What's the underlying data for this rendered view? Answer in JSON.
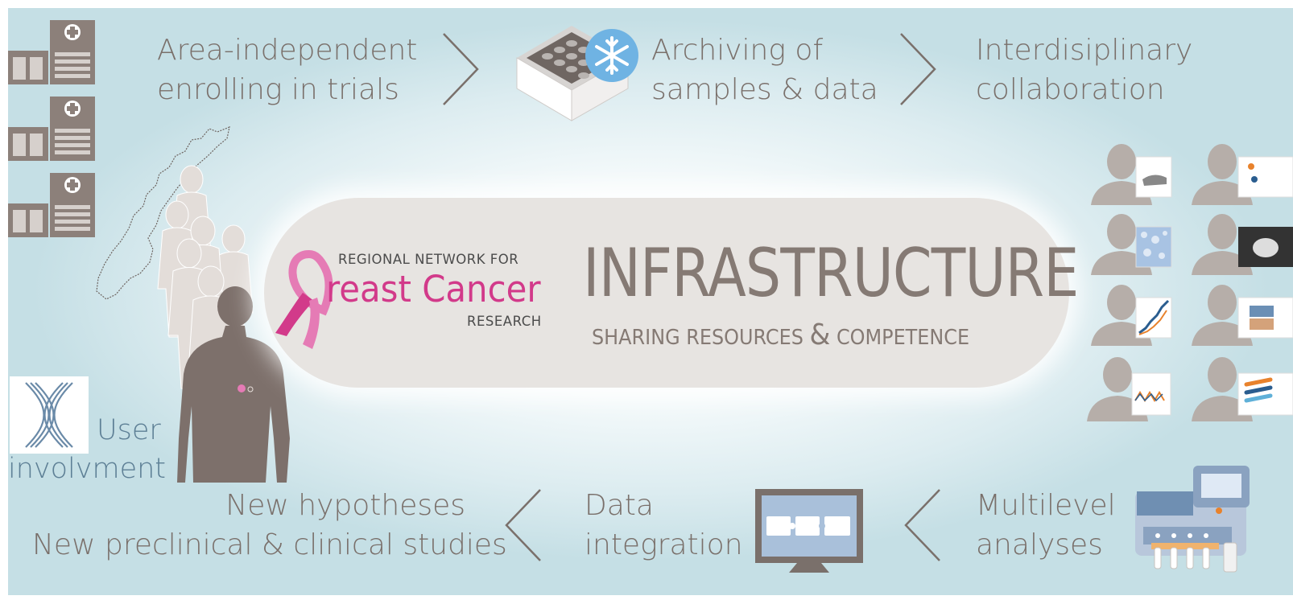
{
  "top_flow": {
    "step1": {
      "line1": "Area-independent",
      "line2": "enrolling in trials"
    },
    "step2": {
      "line1": "Archiving of",
      "line2": "samples & data"
    },
    "step3": {
      "line1": "Interdisiplinary",
      "line2": "collaboration"
    }
  },
  "center": {
    "logo_top": "REGIONAL NETWORK FOR",
    "logo_main": "reast Cancer",
    "logo_bottom": "RESEARCH",
    "title": "INFRASTRUCTURE",
    "subtitle_part1": "SHARING RESOURCES ",
    "subtitle_amp": "&",
    "subtitle_part2": " COMPETENCE"
  },
  "user": {
    "line1": "User",
    "line2": "involvment"
  },
  "bottom_flow": {
    "step1": {
      "line1": "Multilevel",
      "line2": "analyses"
    },
    "step2": {
      "line1": "Data",
      "line2": "integration"
    },
    "step3": {
      "line1": "New hypotheses",
      "line2": "New preclinical & clinical studies"
    }
  },
  "colors": {
    "text": "#7a706b",
    "accent_pink": "#d23a8a",
    "user_blue": "#5d7f95",
    "silhouette": "#b6aea9",
    "woman": "#7d706b"
  },
  "icons": {
    "hospital": "hospital-icon",
    "freezer": "freezer-box-icon",
    "snowflake": "snowflake-icon",
    "norway_map": "norway-map-icon",
    "women": "women-silhouettes-icon",
    "ribbon": "pink-ribbon-icon",
    "user_logo": "user-involvement-logo",
    "researchers": "researcher-icon",
    "monitor": "monitor-icon",
    "analyzer": "lab-analyzer-icon",
    "chevron_right": "chevron-right-icon",
    "chevron_left": "chevron-left-icon"
  }
}
